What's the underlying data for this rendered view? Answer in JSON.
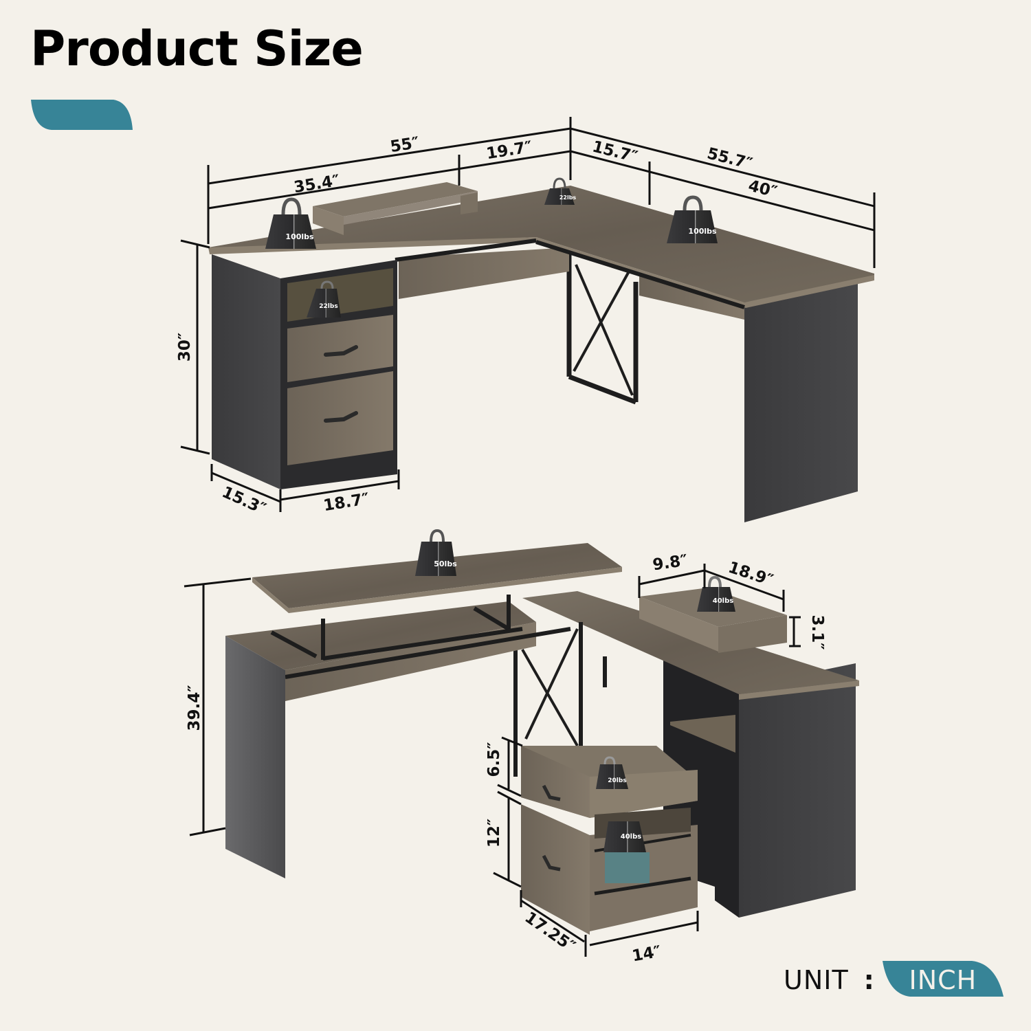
{
  "header": {
    "title": "Product Size",
    "accent_color": "#378497"
  },
  "colors": {
    "background": "#f4f1ea",
    "wood_top": "#6e6559",
    "wood_front": "#7a7063",
    "panel_dark": "#3d3d3f",
    "metal": "#1d1d1d",
    "weight": "#2e2e30"
  },
  "top_view": {
    "dimensions": {
      "overall_left_width": "55″",
      "left_section": "35.4″",
      "corner_left": "19.7″",
      "corner_right": "15.7″",
      "overall_right_width": "55.7″",
      "right_section": "40″",
      "height": "30″",
      "cabinet_depth": "15.3″",
      "cabinet_width": "18.7″"
    },
    "weights": {
      "left_top": "100lbs",
      "corner": "22lbs",
      "right_top": "100lbs",
      "cabinet_shelf": "22lbs"
    }
  },
  "bottom_view": {
    "dimensions": {
      "lifted_height": "39.4″",
      "riser_depth": "9.8″",
      "riser_width": "18.9″",
      "riser_height": "3.1″",
      "small_drawer_height": "6.5″",
      "file_drawer_height": "12″",
      "drawer_depth": "17.25″",
      "drawer_width": "14″"
    },
    "weights": {
      "lift_top": "50lbs",
      "riser": "40lbs",
      "small_drawer": "20lbs",
      "file_drawer": "40lbs"
    }
  },
  "unit": {
    "label": "UNIT",
    "separator": ":",
    "value": "INCH"
  }
}
